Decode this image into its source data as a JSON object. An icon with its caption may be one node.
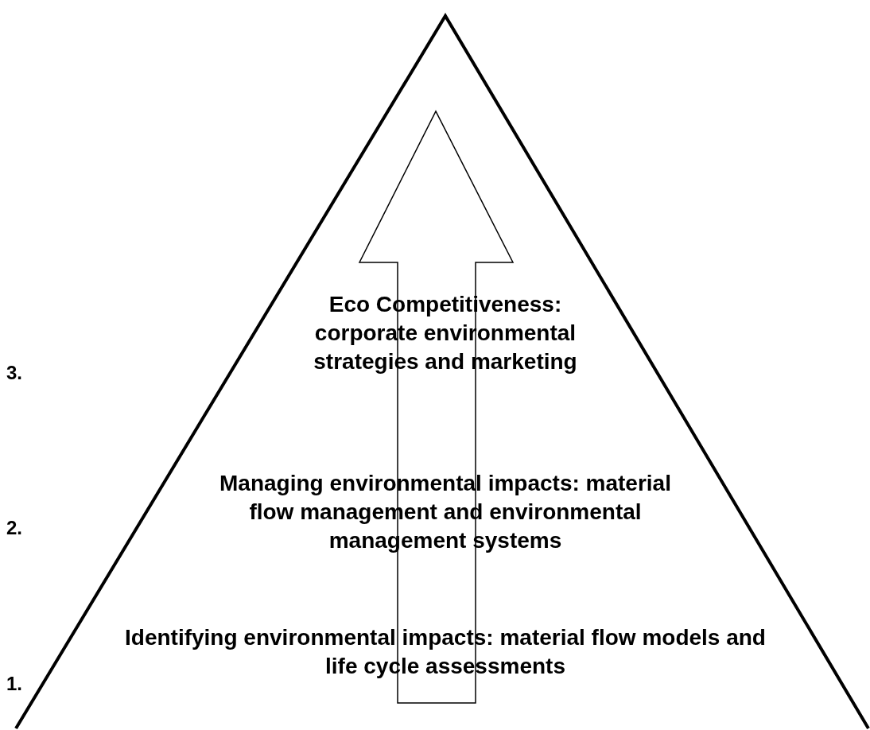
{
  "diagram": {
    "nodes": [
      {
        "text": [
          "Eco Competitiveness: corporate environmental strategies and marketing",
          "Managing environmental impacts: material flow management and environmental management systems",
          "Identifying environmental impacts: material flow models and life cycle assessments"
        ]
      }
    ],
    "labels": [
      "3.",
      "2.",
      "1."
    ]
  }
}
